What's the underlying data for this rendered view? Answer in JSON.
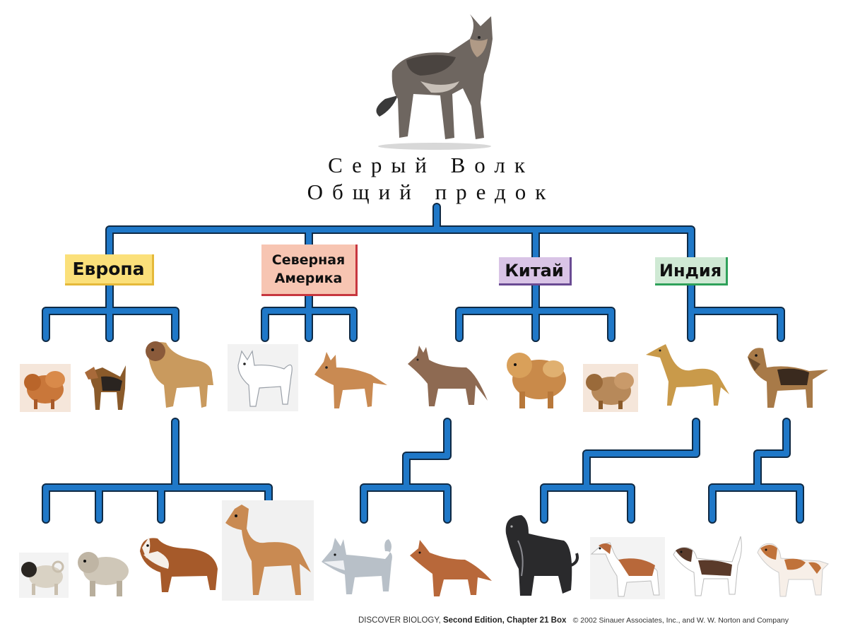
{
  "root": {
    "animal": "wolf-icon",
    "title_line1": "Серый Волк",
    "title_line2": "Общий предок"
  },
  "regions": [
    {
      "id": "europe",
      "label": "Европа",
      "color": "#fbe07a",
      "accent": "#e5b93a"
    },
    {
      "id": "north_america",
      "label_line1": "Северная",
      "label_line2": "Америка",
      "color": "#f7c5b2",
      "accent": "#c7373f"
    },
    {
      "id": "china",
      "label": "Китай",
      "color": "#d9c4e6",
      "accent": "#6a4b93"
    },
    {
      "id": "india",
      "label": "Индия",
      "color": "#cfe9d4",
      "accent": "#2fa15a"
    }
  ],
  "branch_color": "#1f78c8",
  "branch_outline": "#0f2a45",
  "dogs_row1": [
    {
      "name": "pomeranian-icon",
      "region": "europe",
      "fur": "#c9773a"
    },
    {
      "name": "terrier-icon",
      "region": "europe",
      "fur": "#8a5a2a"
    },
    {
      "name": "mastiff-icon",
      "region": "europe",
      "fur": "#c99a5e"
    },
    {
      "name": "samoyed-icon",
      "region": "north_america",
      "fur": "#eef0f4"
    },
    {
      "name": "carolina-dog-icon",
      "region": "north_america",
      "fur": "#c98a52"
    },
    {
      "name": "dingo-like-dog-icon",
      "region": "china",
      "fur": "#8e6a52"
    },
    {
      "name": "chow-chow-icon",
      "region": "china",
      "fur": "#c98a4a"
    },
    {
      "name": "pekingese-icon",
      "region": "china",
      "fur": "#b7895a"
    },
    {
      "name": "greyhound-icon",
      "region": "india",
      "fur": "#c99a4a"
    },
    {
      "name": "bloodhound-icon",
      "region": "india",
      "fur": "#a87a48"
    }
  ],
  "dogs_row2": [
    {
      "name": "pug-icon",
      "fur": "#d9d2c4"
    },
    {
      "name": "bulldog-icon",
      "fur": "#cfc7b8"
    },
    {
      "name": "saint-bernard-icon",
      "fur": "#a65a2a"
    },
    {
      "name": "great-dane-icon",
      "fur": "#c98a52"
    },
    {
      "name": "husky-icon",
      "fur": "#b8c0c8"
    },
    {
      "name": "basenji-icon",
      "fur": "#b8683a"
    },
    {
      "name": "afghan-hound-icon",
      "fur": "#2a2a2c"
    },
    {
      "name": "borzoi-icon",
      "fur": "#b8683a"
    },
    {
      "name": "beagle-icon",
      "fur": "#5a3a2a"
    },
    {
      "name": "brittany-spaniel-icon",
      "fur": "#c0723a"
    }
  ],
  "credit": {
    "book": "DISCOVER BIOLOGY,",
    "edition": "Second Edition, Chapter 21 Box",
    "copyright": "© 2002 Sinauer Associates, Inc., and W. W. Norton and Company"
  }
}
